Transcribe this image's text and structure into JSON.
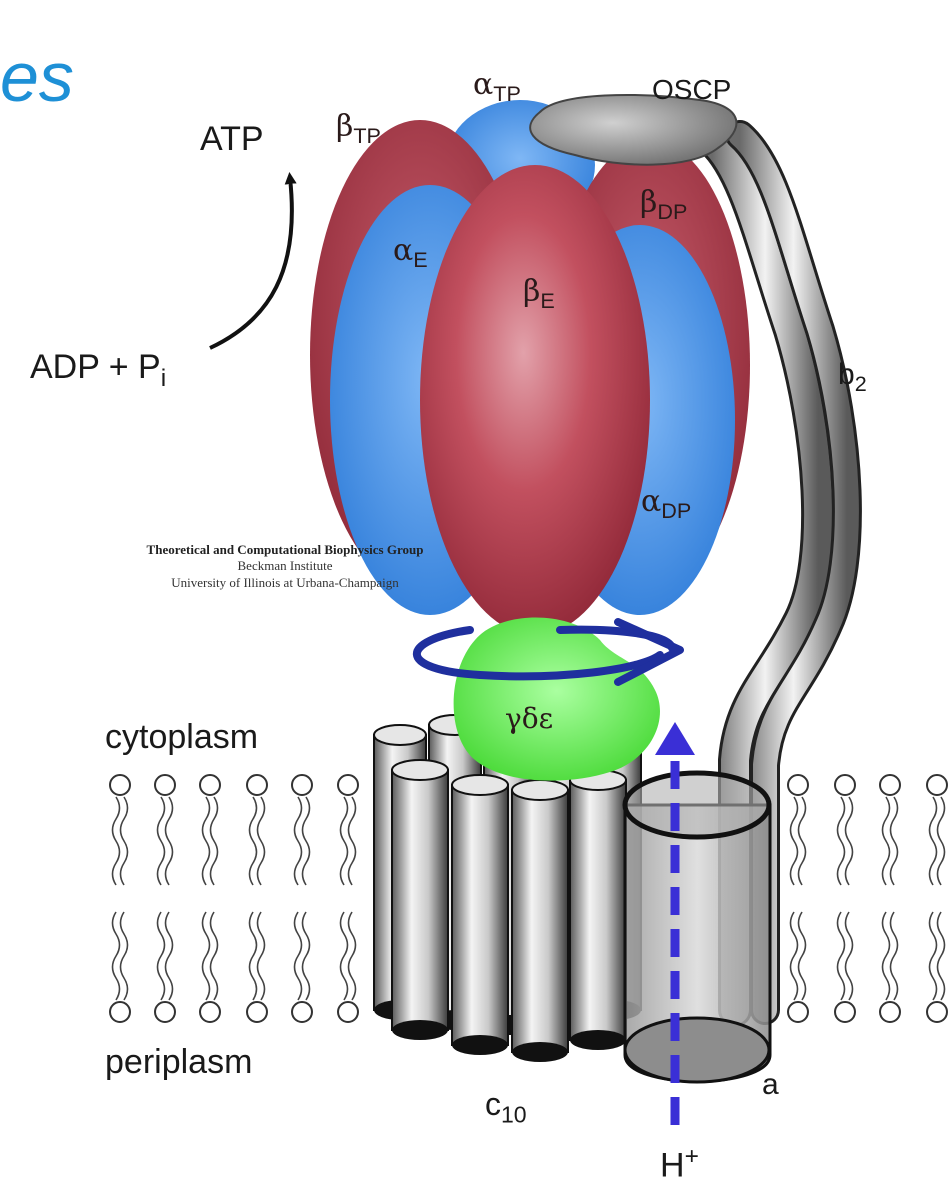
{
  "corner_title": "es",
  "labels": {
    "alpha_tp": {
      "sym": "α",
      "sub": "TP"
    },
    "beta_tp": {
      "sym": "β",
      "sub": "TP"
    },
    "oscp": "OSCP",
    "atp": "ATP",
    "beta_dp": {
      "sym": "β",
      "sub": "DP"
    },
    "alpha_e": {
      "sym": "α",
      "sub": "E"
    },
    "beta_e": {
      "sym": "β",
      "sub": "E"
    },
    "adp": {
      "text": "ADP + P",
      "sub": "i"
    },
    "b2": {
      "text": "b",
      "sub": "2"
    },
    "alpha_dp": {
      "sym": "α",
      "sub": "DP"
    },
    "gde": "γδε",
    "cytoplasm": "cytoplasm",
    "periplasm": "periplasm",
    "c10": {
      "text": "c",
      "sub": "10"
    },
    "a": "a",
    "proton": {
      "text": "H",
      "sup": "+"
    }
  },
  "credit": {
    "line1": "Theoretical and Computational Biophysics Group",
    "line2": "Beckman Institute",
    "line3": "University of Illinois at Urbana-Champaign"
  },
  "colors": {
    "beta_subunit": "#b8404f",
    "alpha_subunit": "#3f8fe6",
    "gamma_delta_epsilon": "#66ee55",
    "rotation_arrow": "#1f2f9e",
    "proton_arrow": "#3a2fd6",
    "title_blue": "#1e90d6",
    "stalk": "#bdbdbd"
  }
}
